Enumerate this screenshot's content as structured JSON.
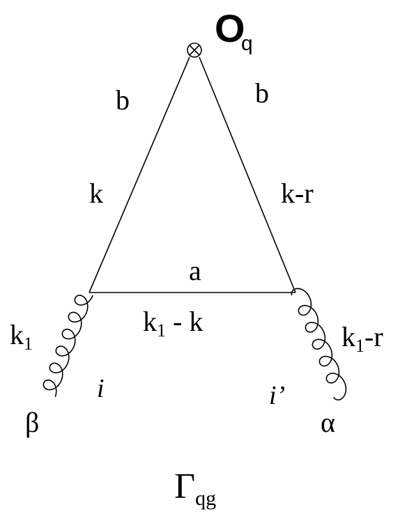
{
  "vertex": {
    "symbol": "O",
    "subscript": "q",
    "icon": "otimes-vertex-icon"
  },
  "quark_lines": {
    "left_color": "b",
    "right_color": "b",
    "left_momentum": "k",
    "right_momentum": "k-r"
  },
  "bottom_line": {
    "color": "a",
    "momentum_main": "k",
    "momentum_sub": "1",
    "momentum_rest": " - k"
  },
  "gluons": {
    "left": {
      "momentum_main": "k",
      "momentum_sub": "1",
      "index": "i",
      "lorentz": "β"
    },
    "right": {
      "momentum_main": "k",
      "momentum_sub": "1",
      "momentum_rest": "-r",
      "index": "i’",
      "lorentz": "α"
    }
  },
  "title": {
    "main": "Γ",
    "sub": "qg"
  }
}
